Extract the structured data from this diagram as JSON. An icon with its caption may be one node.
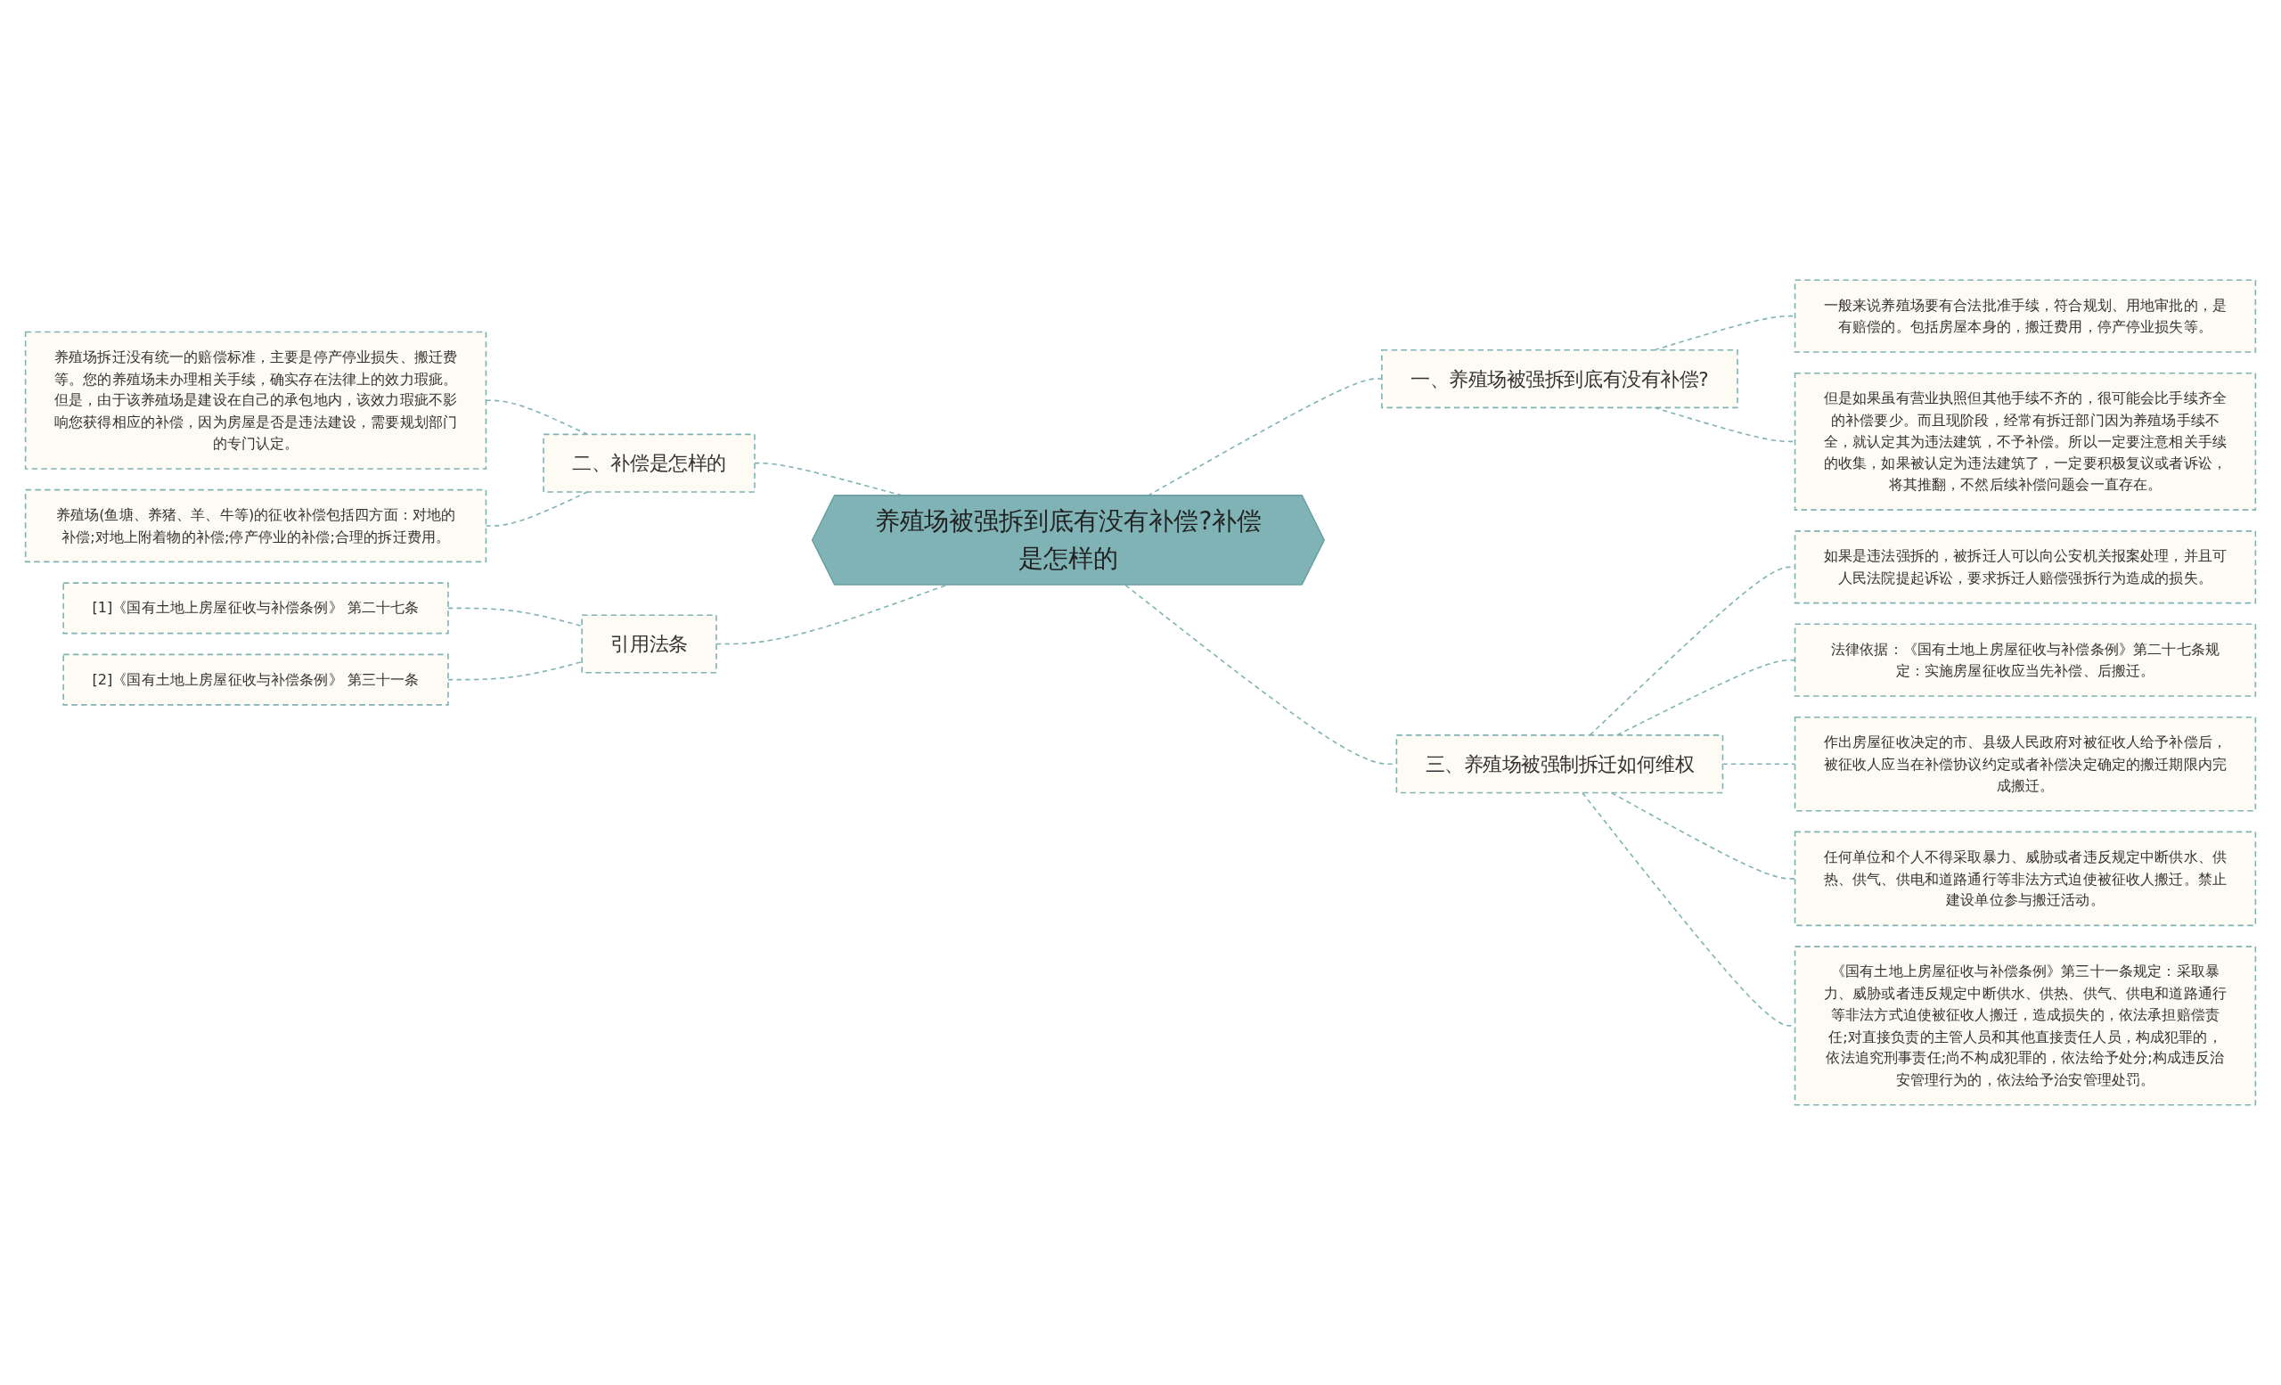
{
  "diagram": {
    "nodes": [
      {
        "text": [
          "养殖场被强拆到底有没有补偿?补偿是怎样的"
        ]
      },
      {
        "text": [
          "二、补偿是怎样的"
        ]
      },
      {
        "text": [
          "养殖场拆迁没有统一的赔偿标准，主要是停产停业损失、搬迁费等。您的养殖场未办理相关手续，确实存在法律上的效力瑕疵。但是，由于该养殖场是建设在自己的承包地内，该效力瑕疵不影响您获得相应的补偿，因为房屋是否是违法建设，需要规划部门的专门认定。"
        ]
      },
      {
        "text": [
          "养殖场(鱼塘、养猪、羊、牛等)的征收补偿包括四方面：对地的补偿;对地上附着物的补偿;停产停业的补偿;合理的拆迁费用。"
        ]
      },
      {
        "text": [
          "引用法条"
        ]
      },
      {
        "text": [
          "[1]《国有土地上房屋征收与补偿条例》 第二十七条"
        ]
      },
      {
        "text": [
          "[2]《国有土地上房屋征收与补偿条例》 第三十一条"
        ]
      },
      {
        "text": [
          "一、养殖场被强拆到底有没有补偿?"
        ]
      },
      {
        "text": [
          "一般来说养殖场要有合法批准手续，符合规划、用地审批的，是有赔偿的。包括房屋本身的，搬迁费用，停产停业损失等。"
        ]
      },
      {
        "text": [
          "但是如果虽有营业执照但其他手续不齐的，很可能会比手续齐全的补偿要少。而且现阶段，经常有拆迁部门因为养殖场手续不全，就认定其为违法建筑，不予补偿。所以一定要注意相关手续的收集，如果被认定为违法建筑了，一定要积极复议或者诉讼，将其推翻，不然后续补偿问题会一直存在。"
        ]
      },
      {
        "text": [
          "三、养殖场被强制拆迁如何维权"
        ]
      },
      {
        "text": [
          "如果是违法强拆的，被拆迁人可以向公安机关报案处理，并且可人民法院提起诉讼，要求拆迁人赔偿强拆行为造成的损失。"
        ]
      },
      {
        "text": [
          "法律依据：《国有土地上房屋征收与补偿条例》第二十七条规定：实施房屋征收应当先补偿、后搬迁。"
        ]
      },
      {
        "text": [
          "作出房屋征收决定的市、县级人民政府对被征收人给予补偿后，被征收人应当在补偿协议约定或者补偿决定确定的搬迁期限内完成搬迁。"
        ]
      },
      {
        "text": [
          "任何单位和个人不得采取暴力、威胁或者违反规定中断供水、供热、供气、供电和道路通行等非法方式迫使被征收人搬迁。禁止建设单位参与搬迁活动。"
        ]
      },
      {
        "text": [
          "《国有土地上房屋征收与补偿条例》第三十一条规定：采取暴力、威胁或者违反规定中断供水、供热、供气、供电和道路通行等非法方式迫使被征收人搬迁，造成损失的，依法承担赔偿责任;对直接负责的主管人员和其他直接责任人员，构成犯罪的，依法追究刑事责任;尚不构成犯罪的，依法给予处分;构成违反治安管理行为的，依法给予治安管理处罚。"
        ]
      }
    ],
    "edges": [
      {
        "from": 0,
        "to": 1,
        "arrow": "none",
        "style": "dashed"
      },
      {
        "from": 1,
        "to": 2,
        "arrow": "none",
        "style": "dashed"
      },
      {
        "from": 1,
        "to": 3,
        "arrow": "none",
        "style": "dashed"
      },
      {
        "from": 0,
        "to": 4,
        "arrow": "none",
        "style": "dashed"
      },
      {
        "from": 4,
        "to": 5,
        "arrow": "none",
        "style": "dashed"
      },
      {
        "from": 4,
        "to": 6,
        "arrow": "none",
        "style": "dashed"
      },
      {
        "from": 0,
        "to": 7,
        "arrow": "none",
        "style": "dashed"
      },
      {
        "from": 7,
        "to": 8,
        "arrow": "none",
        "style": "dashed"
      },
      {
        "from": 7,
        "to": 9,
        "arrow": "none",
        "style": "dashed"
      },
      {
        "from": 0,
        "to": 10,
        "arrow": "none",
        "style": "dashed"
      },
      {
        "from": 10,
        "to": 11,
        "arrow": "none",
        "style": "dashed"
      },
      {
        "from": 10,
        "to": 12,
        "arrow": "none",
        "style": "dashed"
      },
      {
        "from": 10,
        "to": 13,
        "arrow": "none",
        "style": "dashed"
      },
      {
        "from": 10,
        "to": 14,
        "arrow": "none",
        "style": "dashed"
      },
      {
        "from": 10,
        "to": 15,
        "arrow": "none",
        "style": "dashed"
      }
    ]
  }
}
